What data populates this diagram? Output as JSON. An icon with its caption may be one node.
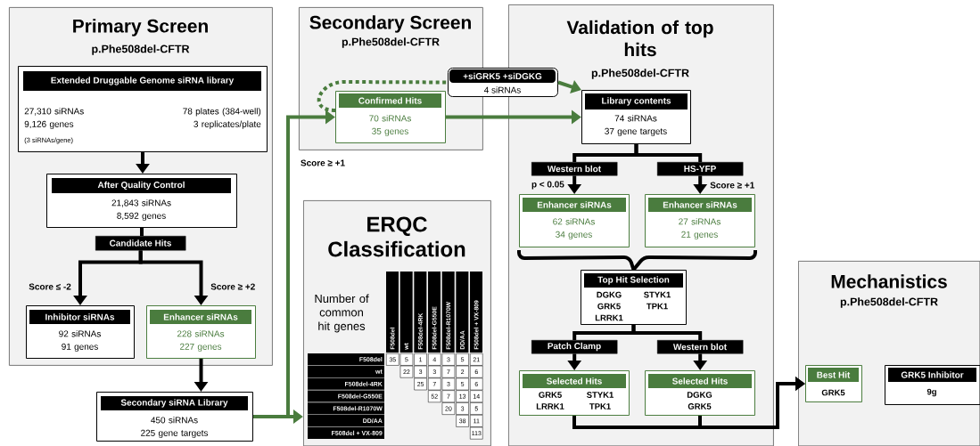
{
  "diagram": {
    "nodes": [
      {
        "text": [
          "Primary Screen",
          "p.Phe508del-CFTR"
        ]
      },
      {
        "text": [
          "Extended Druggable Genome siRNA library",
          "27,310 siRNAs 9,126 genes",
          "(3 siRNAs/gene)",
          "78 plates (384-well) 3 replicates/plate"
        ],
        "in": 0
      },
      {
        "text": [
          "After Quality Control",
          "21,843 siRNAs 8,592 genes"
        ],
        "in": 0
      },
      {
        "text": [
          "Candidate Hits"
        ],
        "in": 0
      },
      {
        "text": [
          "Inhibitor siRNAs",
          "92 siRNAs 91 genes"
        ],
        "in": 0,
        "beside": [
          "Score ≤ -2"
        ]
      },
      {
        "text": [
          "Enhancer siRNAs",
          "228 siRNAs 227 genes"
        ],
        "in": 0,
        "beside": [
          "Score ≥ +2"
        ]
      },
      {
        "text": [
          "Secondary siRNA Library",
          "450 siRNAs 225 gene targets"
        ]
      },
      {
        "text": [
          "Secondary Screen",
          "p.Phe508del-CFTR"
        ]
      },
      {
        "text": [
          "Confirmed Hits",
          "70 siRNAs 35 genes"
        ],
        "in": 7
      },
      {
        "text": [
          "ERQC Classification"
        ]
      },
      {
        "text": [
          "+siGRK5 +siDGKG",
          "4 siRNAs"
        ]
      },
      {
        "text": [
          "Validation of top hits",
          "p.Phe508del-CFTR"
        ]
      },
      {
        "text": [
          "Library contents",
          "74 siRNAs 37 gene targets"
        ],
        "in": 11
      },
      {
        "text": [
          "Western blot"
        ],
        "in": 11
      },
      {
        "text": [
          "HS-YFP"
        ],
        "in": 11
      },
      {
        "text": [
          "Enhancer siRNAs",
          "62 siRNAs 34 genes"
        ],
        "in": 11,
        "beside": [
          "p < 0.05"
        ]
      },
      {
        "text": [
          "Enhancer siRNAs",
          "27 siRNAs 21 genes"
        ],
        "in": 11,
        "beside": [
          "Score ≥ +1"
        ]
      },
      {
        "text": [
          "Top Hit Selection",
          "DGKG GRK5 LRRK1",
          "STYK1 TPK1"
        ],
        "in": 11
      },
      {
        "text": [
          "Patch Clamp"
        ],
        "in": 11
      },
      {
        "text": [
          "Western blot"
        ],
        "in": 11
      },
      {
        "text": [
          "Selected Hits",
          "GRK5 LRRK1",
          "STYK1 TPK1"
        ],
        "in": 11
      },
      {
        "text": [
          "Selected Hits",
          "DGKG GRK5"
        ],
        "in": 11
      },
      {
        "text": [
          "Mechanistics",
          "p.Phe508del-CFTR"
        ]
      },
      {
        "text": [
          "Best Hit",
          "GRK5"
        ],
        "in": 22
      },
      {
        "text": [
          "GRK5 Inhibitor",
          "9g"
        ],
        "in": 22
      }
    ],
    "edges": [
      {
        "from": 1,
        "to": 2,
        "arrow": "to"
      },
      {
        "from": 2,
        "to": 3,
        "arrow": "none"
      },
      {
        "from": 3,
        "to": 4,
        "arrow": "to"
      },
      {
        "from": 3,
        "to": 5,
        "arrow": "to"
      },
      {
        "from": 5,
        "to": 6,
        "arrow": "to"
      },
      {
        "from": 6,
        "to": 8,
        "arrow": "to",
        "label": "Score ≥ +1",
        "color": "#4a7c3e"
      },
      {
        "from": 6,
        "to": 9,
        "arrow": "to",
        "color": "#4a7c3e"
      },
      {
        "from": 8,
        "to": 10,
        "arrow": "none",
        "style": "dashed",
        "color": "#4a7c3e"
      },
      {
        "from": 10,
        "to": 12,
        "arrow": "to",
        "color": "#4a7c3e"
      },
      {
        "from": 8,
        "to": 12,
        "arrow": "to",
        "color": "#4a7c3e"
      },
      {
        "from": 12,
        "to": 13,
        "arrow": "none"
      },
      {
        "from": 12,
        "to": 14,
        "arrow": "none"
      },
      {
        "from": 13,
        "to": 15,
        "arrow": "to"
      },
      {
        "from": 14,
        "to": 16,
        "arrow": "to"
      },
      {
        "from": 15,
        "to": 17,
        "arrow": "none"
      },
      {
        "from": 16,
        "to": 17,
        "arrow": "none"
      },
      {
        "from": 17,
        "to": 18,
        "arrow": "none"
      },
      {
        "from": 17,
        "to": 19,
        "arrow": "none"
      },
      {
        "from": 18,
        "to": 20,
        "arrow": "to"
      },
      {
        "from": 19,
        "to": 21,
        "arrow": "to"
      },
      {
        "from": 20,
        "to": 23,
        "arrow": "to"
      },
      {
        "from": 21,
        "to": 23,
        "arrow": "to"
      }
    ],
    "labels": [
      "Number of common hit genes",
      "F508del",
      "wt",
      "F508del-4RK",
      "F508del-G550E",
      "F508del-R1070W",
      "DD/AA",
      "F508del + VX-809",
      "F508del",
      "35",
      "5",
      "1",
      "4",
      "3",
      "5",
      "21",
      "wt",
      "22",
      "3",
      "3",
      "7",
      "2",
      "6",
      "F508del-4RK",
      "25",
      "7",
      "3",
      "5",
      "6",
      "F508del-G550E",
      "52",
      "7",
      "13",
      "14",
      "F508del-R1070W",
      "20",
      "3",
      "5",
      "DD/AA",
      "38",
      "11",
      "F508del + VX-809",
      "113"
    ]
  }
}
